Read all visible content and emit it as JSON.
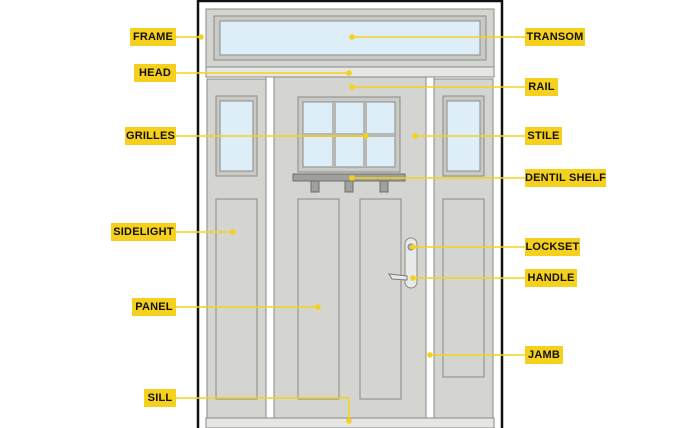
{
  "colors": {
    "door": "#d4d4d1",
    "frame_line": "#111111",
    "glass": "#ddeef9",
    "label_bg": "#f5d11d",
    "leader": "#f5d11d",
    "outline": "#8a8a86"
  },
  "labels": {
    "frame": "FRAME",
    "transom": "TRANSOM",
    "head": "HEAD",
    "rail": "RAIL",
    "grilles": "GRILLES",
    "stile": "STILE",
    "dentil_shelf": "DENTIL SHELF",
    "sidelight": "SIDELIGHT",
    "lockset": "LOCKSET",
    "handle": "HANDLE",
    "panel": "PANEL",
    "jamb": "JAMB",
    "sill": "SILL"
  }
}
